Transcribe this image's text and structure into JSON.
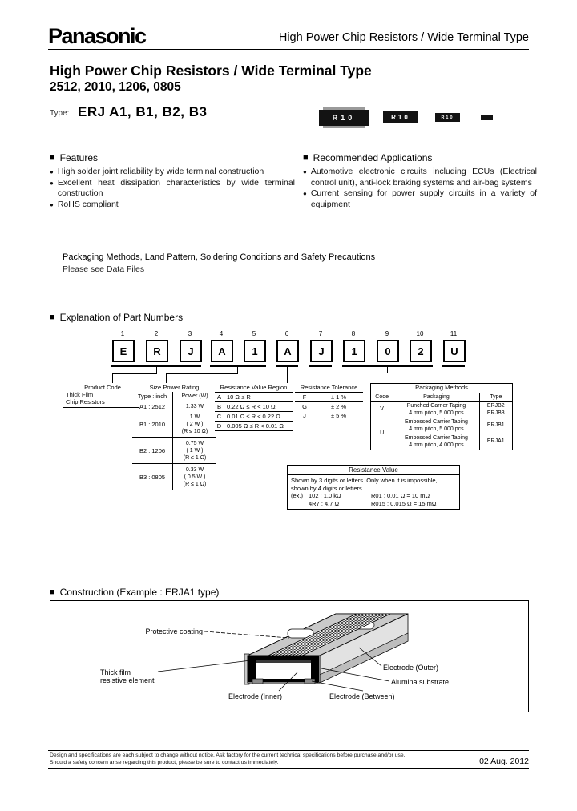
{
  "header": {
    "brand": "Panasonic",
    "doc_type": "High Power Chip Resistors / Wide Terminal Type"
  },
  "title": {
    "line1": "High Power Chip Resistors / Wide Terminal Type",
    "line2": "2512, 2010, 1206, 0805",
    "type_label": "Type:",
    "type_value": "ERJ A1, B1, B2, B3",
    "chip_marking": "R10"
  },
  "bullets": {
    "square": "■",
    "dot": "●"
  },
  "features": {
    "heading": "Features",
    "items": [
      "High solder joint reliability by wide terminal construction",
      "Excellent heat dissipation characteristics by wide terminal construction",
      "RoHS compliant"
    ]
  },
  "applications": {
    "heading": "Recommended Applications",
    "items": [
      "Automotive electronic circuits including ECUs (Electrical control unit), anti-lock braking systems and air-bag systems",
      "Current sensing for power supply circuits in a variety of equipment"
    ]
  },
  "packaging_note": {
    "line1": "Packaging Methods, Land Pattern, Soldering Conditions and Safety Precautions",
    "line2": "Please see Data Files"
  },
  "part_numbers": {
    "heading": "Explanation of Part Numbers",
    "digits": [
      {
        "no": "1",
        "ch": "E"
      },
      {
        "no": "2",
        "ch": "R"
      },
      {
        "no": "3",
        "ch": "J"
      },
      {
        "no": "4",
        "ch": "A"
      },
      {
        "no": "5",
        "ch": "1"
      },
      {
        "no": "6",
        "ch": "A"
      },
      {
        "no": "7",
        "ch": "J"
      },
      {
        "no": "8",
        "ch": "1"
      },
      {
        "no": "9",
        "ch": "0"
      },
      {
        "no": "10",
        "ch": "2"
      },
      {
        "no": "11",
        "ch": "U"
      }
    ],
    "product_code": {
      "title": "Product Code",
      "line1": "Thick Film",
      "line2": "Chip Resistors"
    },
    "size_power": {
      "title": "Size  Power Rating",
      "col1": "Type : inch",
      "col2": "Power (W)",
      "rows": [
        {
          "type": "A1 : 2512",
          "lines": [
            "1.33 W",
            "",
            ""
          ]
        },
        {
          "type": "B1 : 2010",
          "lines": [
            "1 W",
            "( 2 W )",
            "(R ≤ 10 Ω)"
          ]
        },
        {
          "type": "B2 : 1206",
          "lines": [
            "0.75 W",
            "( 1 W )",
            "(R ≤ 1 Ω)"
          ]
        },
        {
          "type": "B3 : 0805",
          "lines": [
            "0.33 W",
            "( 0.5 W )",
            "(R ≤ 1 Ω)"
          ]
        }
      ]
    },
    "resistance_region": {
      "title": "Resistance Value Region",
      "rows": [
        [
          "A",
          "10 Ω ≤ R"
        ],
        [
          "B",
          "0.22 Ω ≤ R < 10 Ω"
        ],
        [
          "C",
          "0.01 Ω ≤ R < 0.22 Ω"
        ],
        [
          "D",
          "0.005 Ω ≤ R < 0.01 Ω"
        ]
      ]
    },
    "tolerance": {
      "title": "Resistance Tolerance",
      "rows": [
        [
          "F",
          "± 1 %"
        ],
        [
          "G",
          "± 2 %"
        ],
        [
          "J",
          "± 5 %"
        ]
      ]
    },
    "packaging": {
      "title": "Packaging Methods",
      "cols": [
        "Code",
        "Packaging",
        "Type"
      ],
      "rows": [
        {
          "code": "V",
          "pack1": "Punched Carrier Taping",
          "pack2": "4 mm pitch, 5 000 pcs",
          "type1": "ERJB2",
          "type2": "ERJB3"
        },
        {
          "code": "U",
          "pack1": "Embossed Carrier Taping",
          "pack2": "4 mm pitch, 5 000 pcs",
          "type1": "ERJB1"
        },
        {
          "pack1": "Embossed Carrier Taping",
          "pack2": "4 mm pitch, 4 000 pcs",
          "type1": "ERJA1"
        }
      ]
    },
    "resistance_value": {
      "title": "Resistance Value",
      "desc1": "Shown by 3 digits or letters. Only when it is impossible,",
      "desc2": "shown by 4 digits or letters.",
      "ex_label": "(ex.)",
      "ex1a": "102 : 1.0 kΩ",
      "ex1b": "R01 : 0.01 Ω = 10 mΩ",
      "ex2a": "4R7 : 4.7 Ω",
      "ex2b": "R015 : 0.015 Ω = 15 mΩ"
    }
  },
  "construction": {
    "heading": "Construction (Example : ERJA1 type)",
    "labels": {
      "protective_coating": "Protective coating",
      "thick_film_1": "Thick film",
      "thick_film_2": "resistive element",
      "electrode_inner": "Electrode (Inner)",
      "electrode_between": "Electrode (Between)",
      "alumina": "Alumina substrate",
      "electrode_outer": "Electrode (Outer)"
    }
  },
  "footer": {
    "line1": "Design and specifications are each subject to change without notice. Ask factory for the current technical specifications before purchase and/or use.",
    "line2": "Should a safety concern arise regarding this product, please be sure to contact us immediately.",
    "date": "02  Aug. 2012"
  }
}
